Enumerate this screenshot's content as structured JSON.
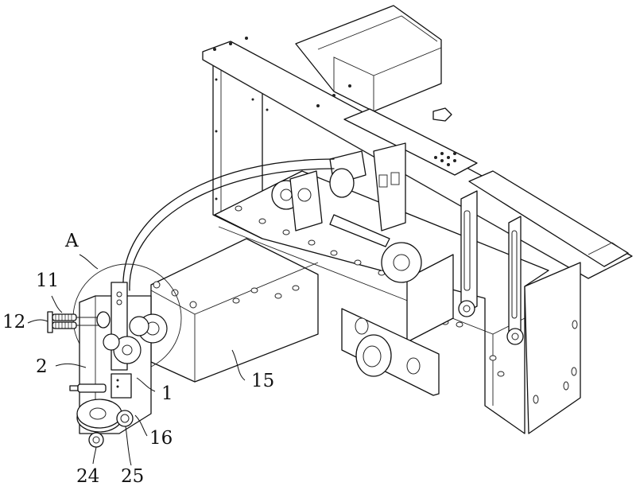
{
  "figure": {
    "type": "patent-style isometric line drawing",
    "subject": "mechanical feeding device assembly",
    "line_color": "#111111",
    "background_color": "#ffffff"
  },
  "labels": {
    "detail_A": "A",
    "part_11": "11",
    "part_12": "12",
    "part_2": "2",
    "part_1": "1",
    "part_15": "15",
    "part_16": "16",
    "part_24": "24",
    "part_25": "25"
  }
}
